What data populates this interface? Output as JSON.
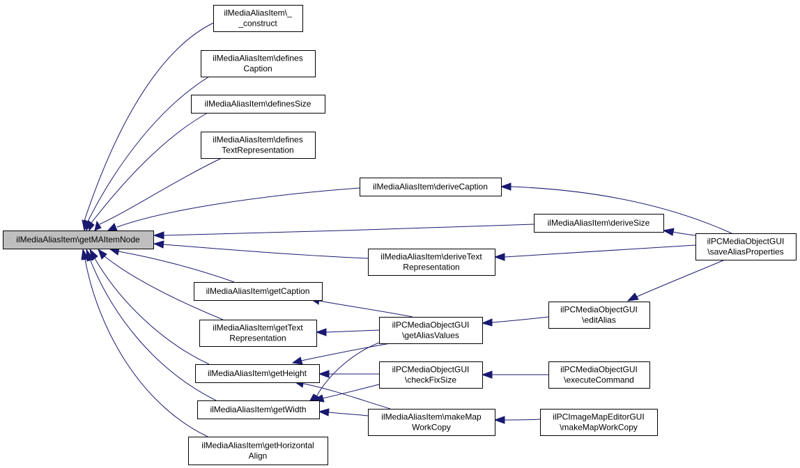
{
  "colors": {
    "edge": "#191970",
    "focus_fill": "#bfbfbf",
    "node_fill": "#ffffff",
    "node_stroke": "#000000"
  },
  "nodes": {
    "getMAItemNode": [
      "ilMediaAliasItem\\getMAItemNode"
    ],
    "construct": [
      "ilMediaAliasItem\\_",
      "_construct"
    ],
    "definesCaption": [
      "ilMediaAliasItem\\defines",
      "Caption"
    ],
    "definesSize": [
      "ilMediaAliasItem\\definesSize"
    ],
    "definesTextRep": [
      "ilMediaAliasItem\\defines",
      "TextRepresentation"
    ],
    "deriveCaption": [
      "ilMediaAliasItem\\deriveCaption"
    ],
    "deriveSize": [
      "ilMediaAliasItem\\deriveSize"
    ],
    "deriveTextRep": [
      "ilMediaAliasItem\\deriveText",
      "Representation"
    ],
    "getCaption": [
      "ilMediaAliasItem\\getCaption"
    ],
    "getTextRep": [
      "ilMediaAliasItem\\getText",
      "Representation"
    ],
    "getHeight": [
      "ilMediaAliasItem\\getHeight"
    ],
    "getWidth": [
      "ilMediaAliasItem\\getWidth"
    ],
    "getHorizontalAlign": [
      "ilMediaAliasItem\\getHorizontal",
      "Align"
    ],
    "getAliasValues": [
      "ilPCMediaObjectGUI",
      "\\getAliasValues"
    ],
    "checkFixSize": [
      "ilPCMediaObjectGUI",
      "\\checkFixSize"
    ],
    "makeMapWorkCopy": [
      "ilMediaAliasItem\\makeMap",
      "WorkCopy"
    ],
    "saveAliasProperties": [
      "ilPCMediaObjectGUI",
      "\\saveAliasProperties"
    ],
    "editAlias": [
      "ilPCMediaObjectGUI",
      "\\editAlias"
    ],
    "executeCommand": [
      "ilPCMediaObjectGUI",
      "\\executeCommand"
    ],
    "imageMapMakeWorkCopy": [
      "ilPCImageMapEditorGUI",
      "\\makeMapWorkCopy"
    ]
  }
}
